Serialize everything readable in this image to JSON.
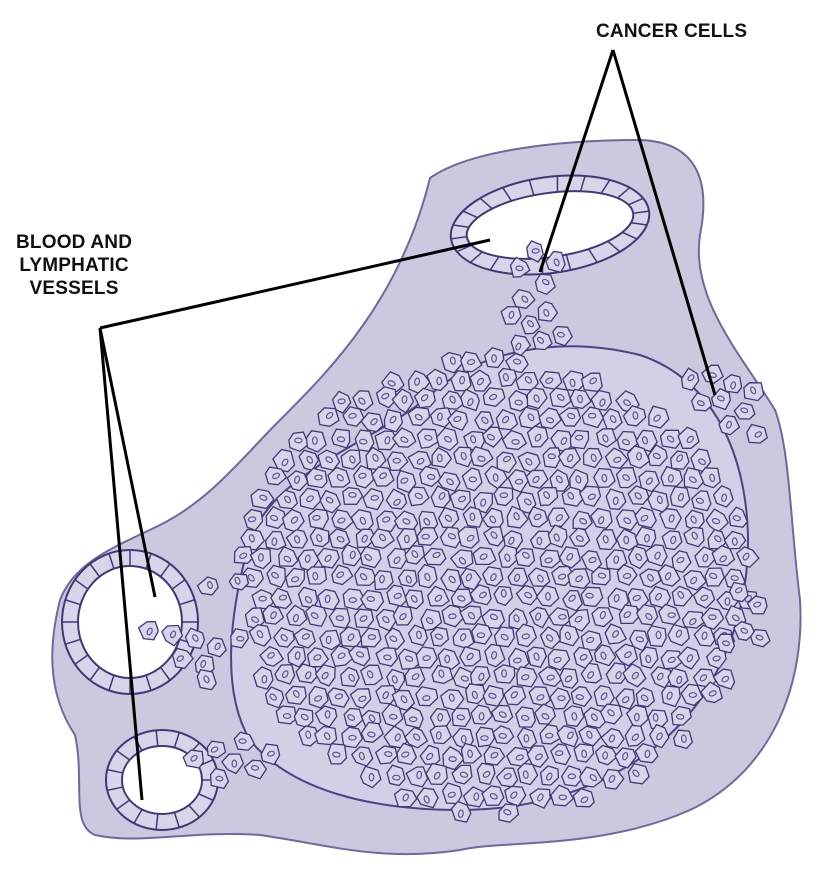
{
  "labels": {
    "cancer_cells": "CANCER CELLS",
    "vessels_line1": "BLOOD AND",
    "vessels_line2": "LYMPHATIC",
    "vessels_line3": "VESSELS"
  },
  "colors": {
    "tissue_fill": "#cdc7e0",
    "tissue_outline": "#6e6a9a",
    "cell_fill": "#d9d4ea",
    "cell_outline": "#3f3a72",
    "nucleus": "#5b5590",
    "pointer_line": "#000000",
    "vessel_lumen": "#ffffff"
  }
}
